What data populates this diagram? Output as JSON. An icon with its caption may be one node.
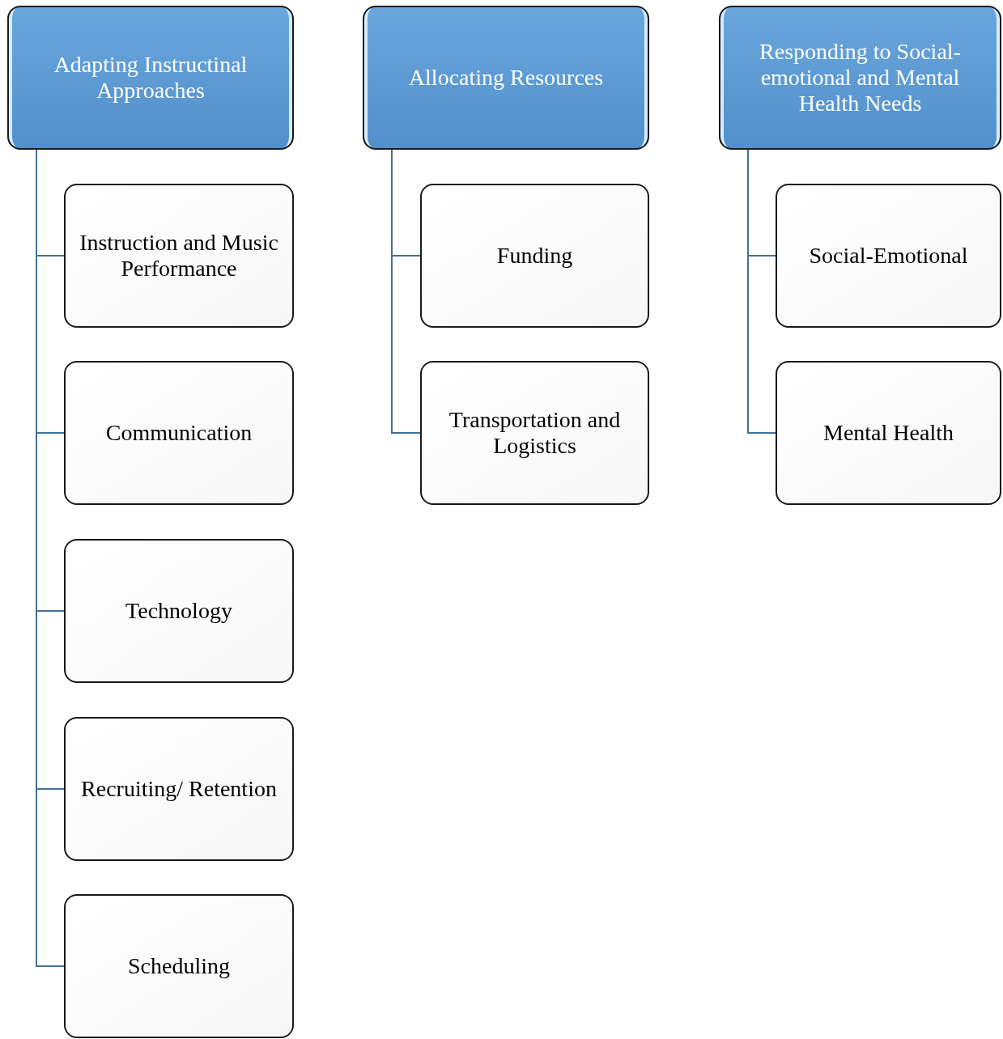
{
  "diagram": {
    "nodes": [
      {
        "text": [
          "Adapting Instructinal Approaches"
        ]
      },
      {
        "text": [
          "Instruction and Music Performance"
        ]
      },
      {
        "text": [
          "Communication"
        ]
      },
      {
        "text": [
          "Technology"
        ]
      },
      {
        "text": [
          "Recruiting/ Retention"
        ]
      },
      {
        "text": [
          "Scheduling"
        ]
      },
      {
        "text": [
          "Allocating Resources"
        ]
      },
      {
        "text": [
          "Funding"
        ]
      },
      {
        "text": [
          "Transportation and Logistics"
        ]
      },
      {
        "text": [
          "Responding to Social-emotional and Mental Health Needs"
        ]
      },
      {
        "text": [
          "Social-Emotional"
        ]
      },
      {
        "text": [
          "Mental Health"
        ]
      }
    ],
    "edges": [
      {
        "from": 0,
        "to": 1,
        "arrow": "none"
      },
      {
        "from": 0,
        "to": 2,
        "arrow": "none"
      },
      {
        "from": 0,
        "to": 3,
        "arrow": "none"
      },
      {
        "from": 0,
        "to": 4,
        "arrow": "none"
      },
      {
        "from": 0,
        "to": 5,
        "arrow": "none"
      },
      {
        "from": 6,
        "to": 7,
        "arrow": "none"
      },
      {
        "from": 6,
        "to": 8,
        "arrow": "none"
      },
      {
        "from": 9,
        "to": 10,
        "arrow": "none"
      },
      {
        "from": 9,
        "to": 11,
        "arrow": "none"
      }
    ]
  }
}
